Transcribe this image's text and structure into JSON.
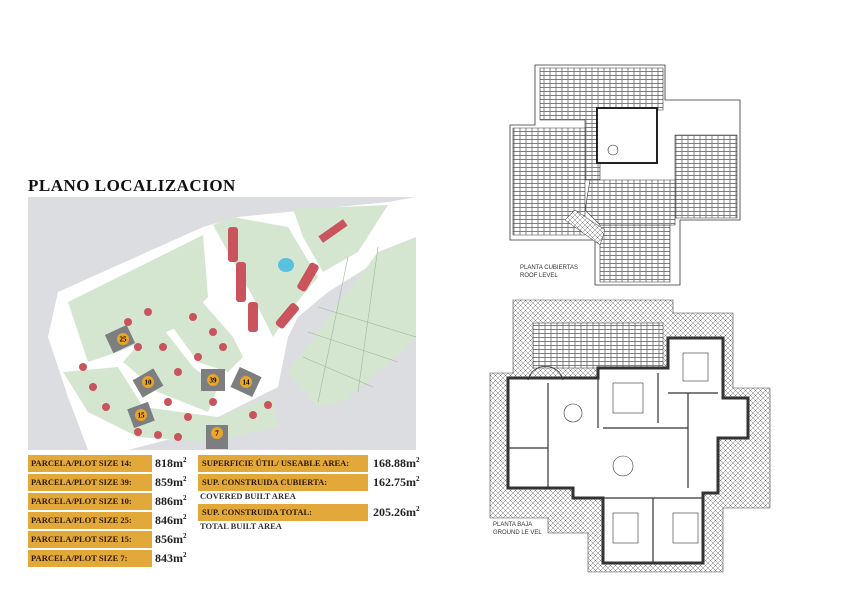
{
  "title": "PLANO LOCALIZACION",
  "map": {
    "highlighted_plots": [
      "25",
      "10",
      "39",
      "14",
      "15",
      "7"
    ],
    "colors": {
      "land": "#d5e6d0",
      "road": "#ffffff",
      "background": "#dcdde0",
      "house": "#c9545e",
      "highlight_plot": "#7d7e80",
      "marker": "#e8a52a",
      "pool": "#5bc0de"
    }
  },
  "plots": [
    {
      "label": "PARCELA/PLOT SIZE 14:",
      "value": "818m",
      "unit_sup": "2"
    },
    {
      "label": "PARCELA/PLOT SIZE 39:",
      "value": "859m",
      "unit_sup": "2"
    },
    {
      "label": "PARCELA/PLOT SIZE 10:",
      "value": "886m",
      "unit_sup": "2"
    },
    {
      "label": "PARCELA/PLOT SIZE 25:",
      "value": "846m",
      "unit_sup": "2"
    },
    {
      "label": "PARCELA/PLOT SIZE 15:",
      "value": "856m",
      "unit_sup": "2"
    },
    {
      "label": "PARCELA/PLOT SIZE 7:",
      "value": "843m",
      "unit_sup": "2"
    }
  ],
  "areas": [
    {
      "label": "SUPERFICIE ÚTIL/ USEABLE AREA:",
      "sub": "",
      "value": "168.88m",
      "unit_sup": "2"
    },
    {
      "label": "SUP. CONSTRUIDA CUBIERTA:",
      "sub": "COVERED BUILT AREA",
      "value": "162.75m",
      "unit_sup": "2"
    },
    {
      "label": "SUP. CONSTRUIDA TOTAL:",
      "sub": "TOTAL BUILT AREA",
      "value": "205.26m",
      "unit_sup": "2"
    }
  ],
  "roof_plan": {
    "caption_1": "PLANTA CUBIERTAS",
    "caption_2": "ROOF LEVEL"
  },
  "ground_plan": {
    "caption_1": "PLANTA BAJA",
    "caption_2": "GROUND LE VEL"
  }
}
